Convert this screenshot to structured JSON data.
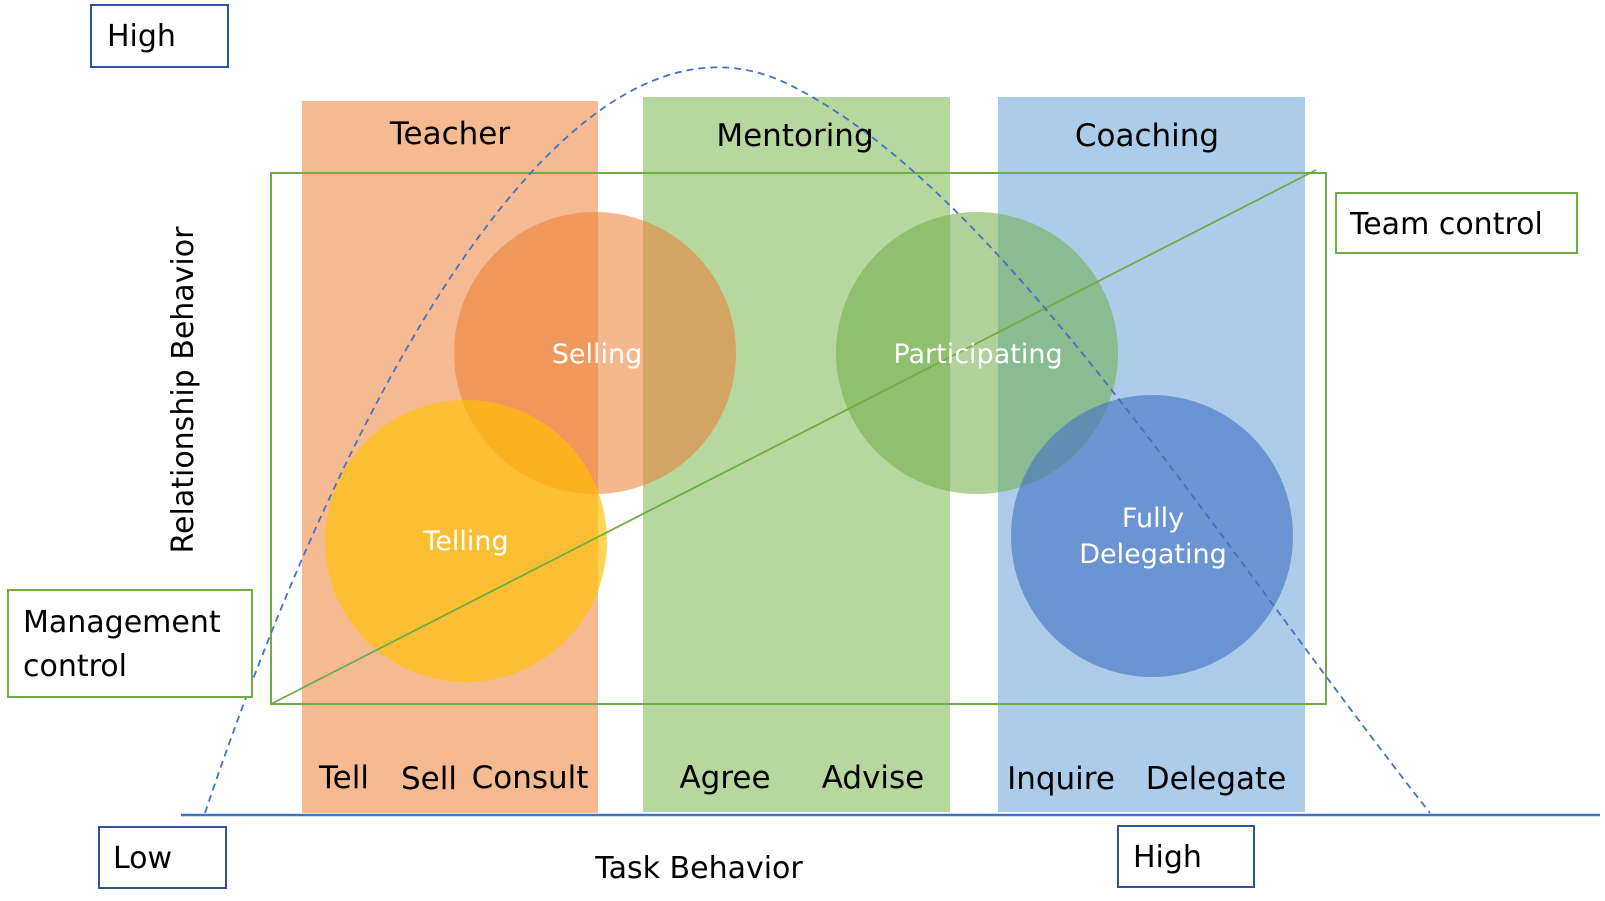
{
  "labels": {
    "high_top": "High",
    "low_bottom": "Low",
    "high_bottom": "High",
    "team_control": "Team control",
    "management_control_line1": "Management",
    "management_control_line2": "control",
    "y_axis": "Relationship Behavior",
    "x_axis": "Task Behavior"
  },
  "columns": [
    {
      "title": "Teacher",
      "color": "#F4B183",
      "items": [
        "Tell",
        "Sell",
        "Consult"
      ]
    },
    {
      "title": "Mentoring",
      "color": "#A9D18E",
      "items": [
        "Agree",
        "Advise"
      ]
    },
    {
      "title": "Coaching",
      "color": "#9DC3E6",
      "items": [
        "Inquire",
        "Delegate"
      ]
    }
  ],
  "circles": [
    {
      "label_line1": "Selling",
      "label_line2": "",
      "color": "#ED7D31"
    },
    {
      "label_line1": "Telling",
      "label_line2": "",
      "color": "#FFC000"
    },
    {
      "label_line1": "Participating",
      "label_line2": "",
      "color": "#70AD47"
    },
    {
      "label_line1": "Fully",
      "label_line2": "Delegating",
      "color": "#4472C4"
    }
  ],
  "colors": {
    "box_border_blue": "#2F5597",
    "box_border_green": "#70AD47",
    "axis_line": "#4472C4",
    "curve": "#4472C4",
    "circle_text": "#ffffff"
  }
}
